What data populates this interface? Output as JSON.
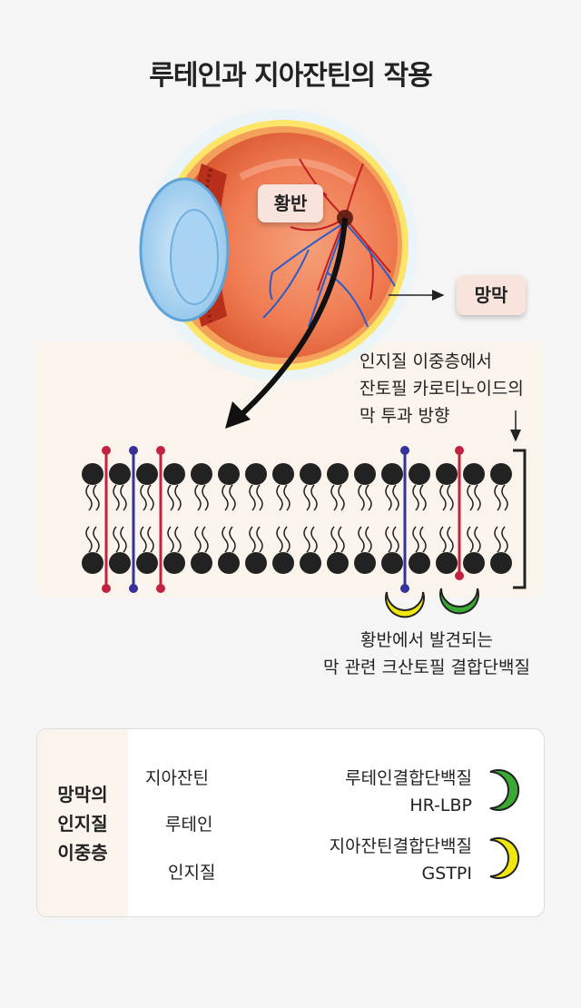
{
  "title": "루테인과 지아잔틴의 작용",
  "labels": {
    "macula": "황반",
    "retina": "망막",
    "membrane_note": [
      "인지질 이중층에서",
      "잔토필 카로티노이드의",
      "막 투과 방향"
    ],
    "protein_note": [
      "황반에서 발견되는",
      "막 관련 크산토필 결합단백질"
    ]
  },
  "legend": {
    "title_lines": [
      "망막의",
      "인지질",
      "이중층"
    ],
    "zeaxanthin": "지아잔틴",
    "lutein": "루테인",
    "phospholipid": "인지질",
    "lutein_bp_name": "루테인결합단백질",
    "lutein_bp_code": "HR-LBP",
    "zeaxanthin_bp_name": "지아잔틴결합단백질",
    "zeaxanthin_bp_code": "GSTPI"
  },
  "colors": {
    "lutein": "#c0223f",
    "zeaxanthin": "#333399",
    "lutein_binding_protein": "#3aaa35",
    "zeaxanthin_binding_protein": "#f2e70d",
    "lipid": "#222222",
    "panel": "#fbf4ec"
  }
}
